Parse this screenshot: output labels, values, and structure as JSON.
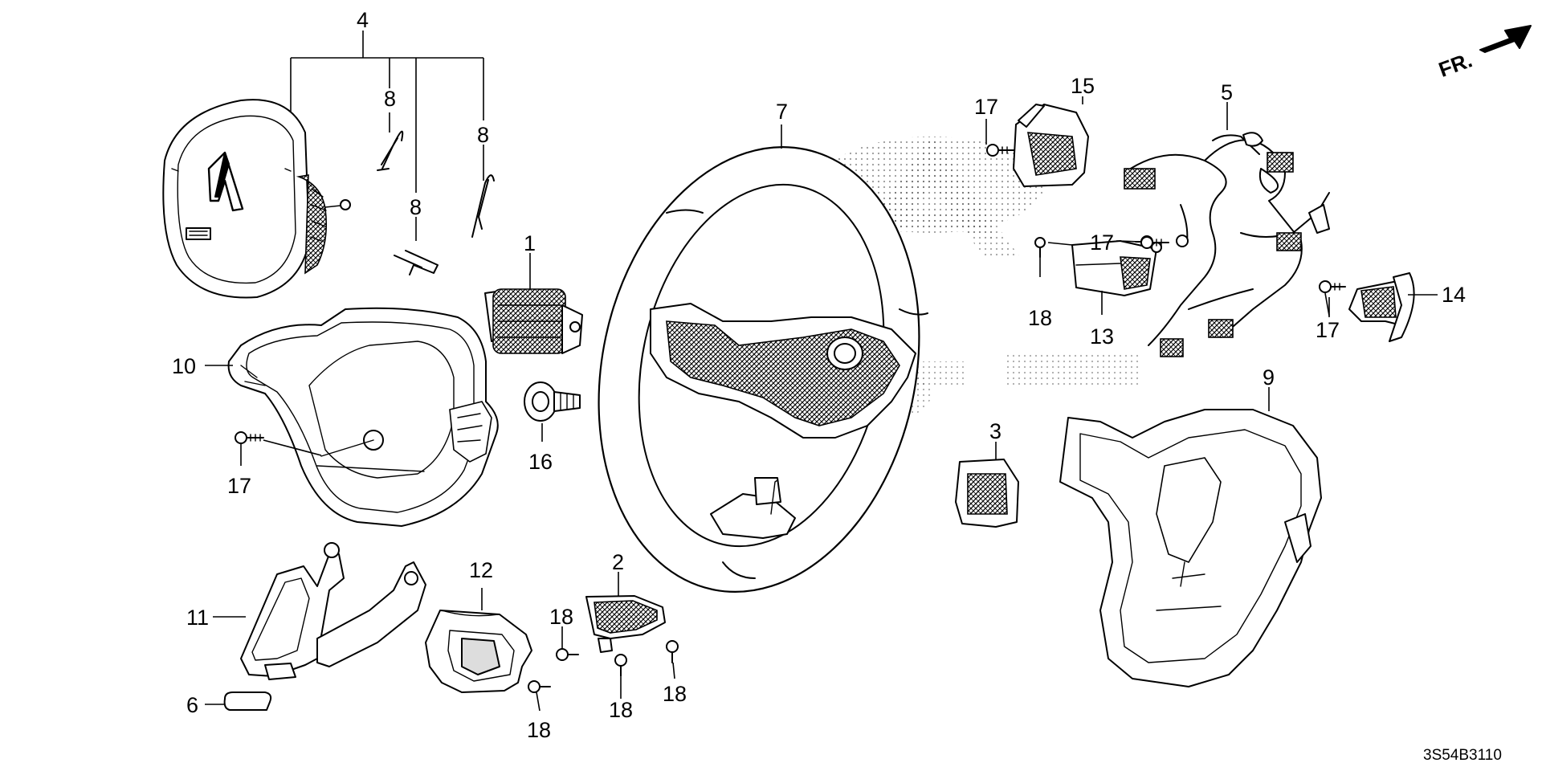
{
  "direction_label": "FR.",
  "diagram_code": "3S54B3110",
  "callouts": {
    "p1": "1",
    "p2": "2",
    "p3": "3",
    "p4": "4",
    "p5": "5",
    "p6": "6",
    "p7": "7",
    "p8a": "8",
    "p8b": "8",
    "p8c": "8",
    "p9": "9",
    "p10": "10",
    "p11": "11",
    "p12": "12",
    "p13": "13",
    "p14": "14",
    "p15": "15",
    "p16": "16",
    "p17a": "17",
    "p17b": "17",
    "p17c": "17",
    "p17d": "17",
    "p18a": "18",
    "p18b": "18",
    "p18c": "18",
    "p18d": "18",
    "p18e": "18"
  }
}
